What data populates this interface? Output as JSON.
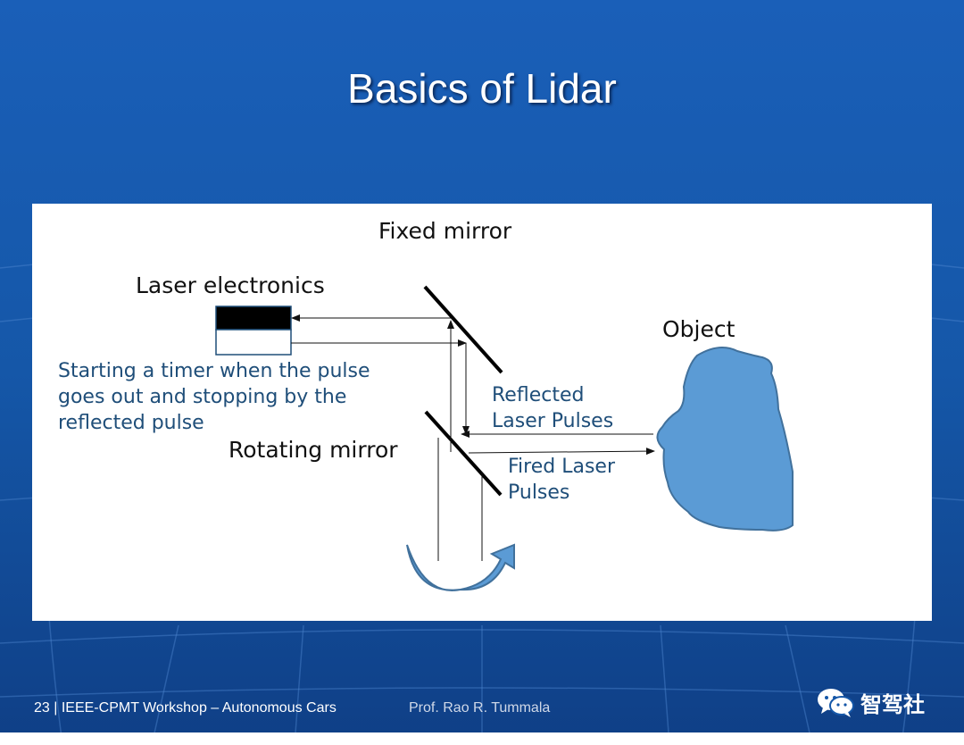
{
  "slide": {
    "title": "Basics of Lidar"
  },
  "diagram": {
    "labels": {
      "fixed_mirror": "Fixed mirror",
      "laser_electronics": "Laser electronics",
      "object": "Object",
      "rotating_mirror": "Rotating mirror",
      "timer_note": "Starting a timer when the pulse\ngoes out and stopping by the\nreflected pulse",
      "reflected_pulses": "Reflected\nLaser Pulses",
      "fired_pulses": "Fired Laser\nPulses"
    },
    "colors": {
      "object_fill": "#5b9bd5",
      "object_stroke": "#41719c",
      "note_text": "#1f4e79",
      "rotation_arrow": "#5b9bd5"
    }
  },
  "footer": {
    "left": "23 |  IEEE-CPMT Workshop – Autonomous Cars",
    "right": "Prof. Rao R. Tummala"
  },
  "watermark": {
    "icon": "wechat-icon",
    "text": "智驾社"
  }
}
